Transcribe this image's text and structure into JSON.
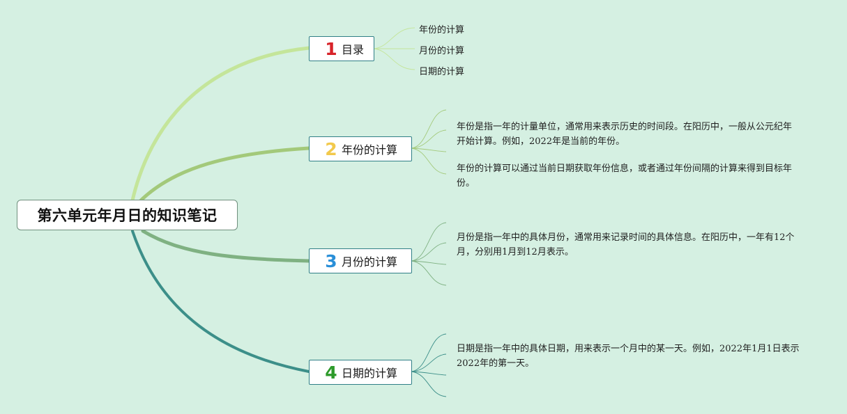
{
  "root": {
    "title": "第六单元年月日的知识笔记"
  },
  "branches": [
    {
      "num": "1",
      "label": "目录",
      "color": "#c4e59a",
      "num_color": "#d8232a",
      "children": [
        "年份的计算",
        "月份的计算",
        "日期的计算"
      ]
    },
    {
      "num": "2",
      "label": "年份的计算",
      "color": "#a3c97a",
      "num_color": "#f2c94c",
      "children": [
        "年份是指一年的计量单位，通常用来表示历史的时间段。在阳历中，一般从公元纪年开始计算。例如，2022年是当前的年份。",
        "年份的计算可以通过当前日期获取年份信息，或者通过年份间隔的计算来得到目标年份。"
      ]
    },
    {
      "num": "3",
      "label": "月份的计算",
      "color": "#7fb182",
      "num_color": "#2a8fd8",
      "children": [
        "月份是指一年中的具体月份，通常用来记录时间的具体信息。在阳历中，一年有12个月，分别用1月到12月表示。"
      ]
    },
    {
      "num": "4",
      "label": "日期的计算",
      "color": "#3c8f89",
      "num_color": "#2d9a2a",
      "children": [
        "日期是指一年中的具体日期，用来表示一个月中的某一天。例如，2022年1月1日表示2022年的第一天。"
      ]
    }
  ]
}
